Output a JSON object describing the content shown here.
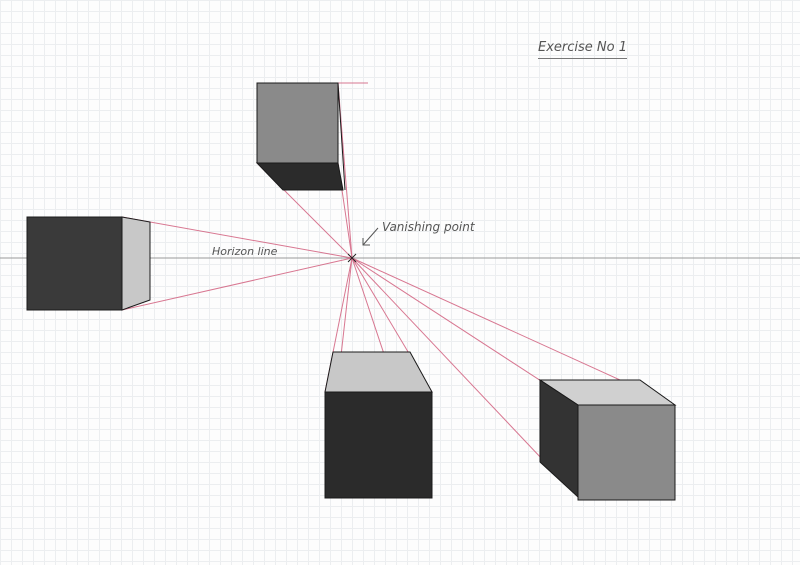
{
  "title": "Exercise No 1",
  "labels": {
    "horizon": "Horizon line",
    "vanishing_point": "Vanishing point"
  },
  "colors": {
    "construction": "#d2607f",
    "shade_dark": "#2b2b2b",
    "shade_mid": "#8a8a8a",
    "shade_light": "#c8c8c8",
    "line": "#1a1a1a"
  }
}
